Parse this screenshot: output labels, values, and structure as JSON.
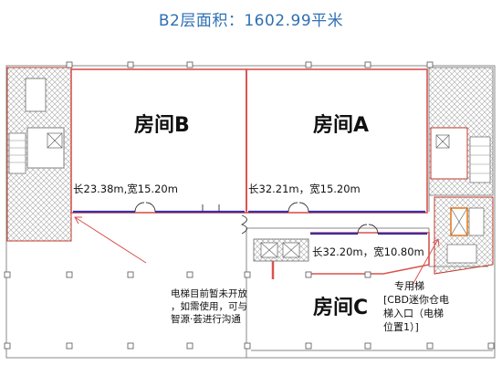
{
  "title": "B2层面积：1602.99平米",
  "rooms": {
    "b": {
      "name": "房间B",
      "dims": "长23.38m,宽15.20m"
    },
    "a": {
      "name": "房间A",
      "dims": "长32.21m，宽15.20m"
    },
    "c": {
      "name": "房间C",
      "dims": "长32.20m，宽10.80m"
    }
  },
  "elevator_note": [
    "电梯目前暂未开放",
    "，如需使用，可与",
    "智源·荟进行沟通"
  ],
  "dedicated_elevator": [
    "专用梯",
    "[CBD迷你仓电",
    "梯入口（电梯",
    "位置1）]"
  ],
  "colors": {
    "title": "#2f6fb3",
    "wall": "#d9534f",
    "partition": "#3b2fa8",
    "hatch": "#9a9a9a"
  }
}
